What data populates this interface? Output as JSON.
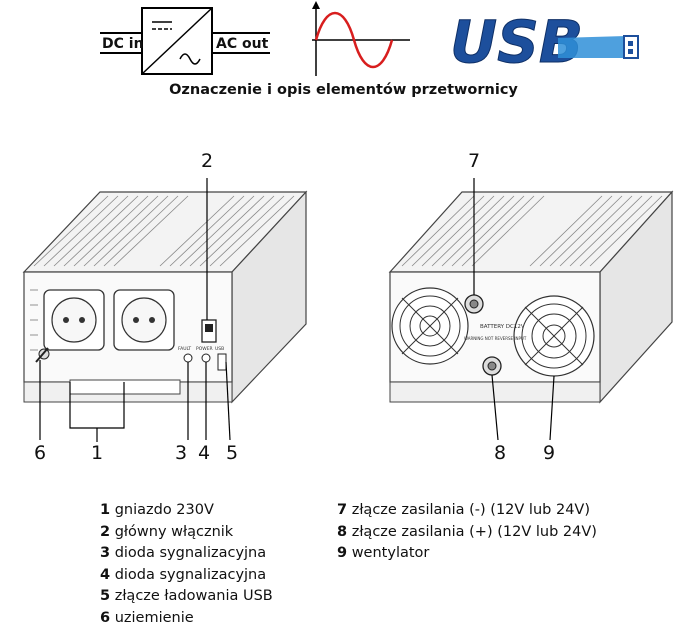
{
  "header": {
    "dc_in": "DC in",
    "ac_out": "AC out",
    "usb_logo": "USB",
    "title": "Oznaczenie i opis elementów przetwornicy"
  },
  "device_labels": {
    "fault": "FAULT",
    "power": "POWER",
    "usb": "USB",
    "battery": "BATTERY DC12V",
    "warning": "WARNING NOT REVERSE INPUT"
  },
  "callouts": {
    "c1": "1",
    "c2": "2",
    "c3": "3",
    "c4": "4",
    "c5": "5",
    "c6": "6",
    "c7": "7",
    "c8": "8",
    "c9": "9"
  },
  "legend_left": [
    {
      "num": "1",
      "text": "gniazdo 230V"
    },
    {
      "num": "2",
      "text": "główny włącznik"
    },
    {
      "num": "3",
      "text": "dioda sygnalizacyjna"
    },
    {
      "num": "4",
      "text": "dioda sygnalizacyjna"
    },
    {
      "num": "5",
      "text": "złącze ładowania USB"
    },
    {
      "num": "6",
      "text": "uziemienie"
    }
  ],
  "legend_right": [
    {
      "num": "7",
      "text": "złącze zasilania (-) (12V lub 24V)"
    },
    {
      "num": "8",
      "text": "złącze zasilania (+) (12V lub 24V)"
    },
    {
      "num": "9",
      "text": "wentylator"
    }
  ],
  "colors": {
    "usb_blue": "#1d4f9c",
    "sine_red": "#d81e1e"
  }
}
